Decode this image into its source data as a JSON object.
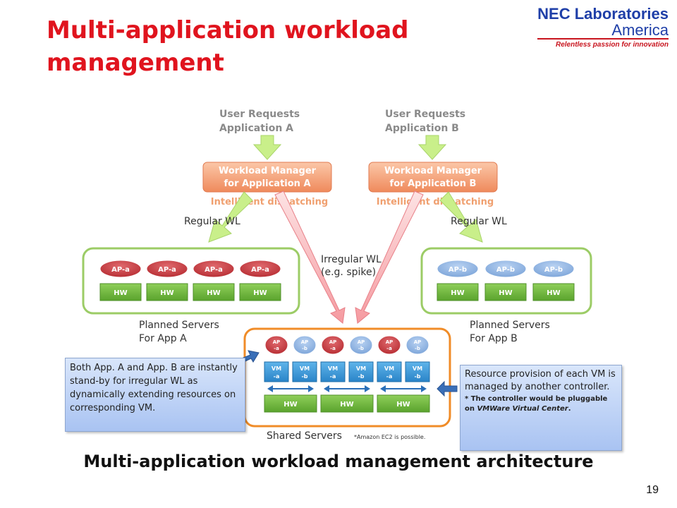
{
  "slide": {
    "title": "Multi-application workload management",
    "page_number": "19",
    "caption": "Multi-application workload management architecture"
  },
  "logo": {
    "line1": "NEC Laboratories",
    "line2": "America",
    "tagline": "Relentless passion for innovation"
  },
  "diagram": {
    "user_requests_a": [
      "User Requests",
      "Application A"
    ],
    "user_requests_b": [
      "User Requests",
      "Application B"
    ],
    "manager_a": [
      "Workload Manager",
      "for Application A"
    ],
    "manager_b": [
      "Workload Manager",
      "for Application B"
    ],
    "dispatching_a": "Intelligent dispatching",
    "dispatching_b": "Intelligent dispatching",
    "regular_wl_a": "Regular WL",
    "regular_wl_b": "Regular WL",
    "irregular_wl": [
      "Irregular WL",
      "(e.g. spike)"
    ],
    "planned_a": {
      "ap_labels": [
        "AP-a",
        "AP-a",
        "AP-a",
        "AP-a"
      ],
      "hw_labels": [
        "HW",
        "HW",
        "HW",
        "HW"
      ],
      "label": [
        "Planned Servers",
        "For App A"
      ]
    },
    "planned_b": {
      "ap_labels": [
        "AP-b",
        "AP-b",
        "AP-b"
      ],
      "hw_labels": [
        "HW",
        "HW",
        "HW"
      ],
      "label": [
        "Planned Servers",
        "For App B"
      ]
    },
    "shared": {
      "ap_labels": [
        [
          "AP",
          "-a"
        ],
        [
          "AP",
          "-b"
        ],
        [
          "AP",
          "-a"
        ],
        [
          "AP",
          "-b"
        ],
        [
          "AP",
          "-a"
        ],
        [
          "AP",
          "-b"
        ]
      ],
      "vm_labels": [
        [
          "VM",
          "-a"
        ],
        [
          "VM",
          "-b"
        ],
        [
          "VM",
          "-a"
        ],
        [
          "VM",
          "-b"
        ],
        [
          "VM",
          "-a"
        ],
        [
          "VM",
          "-b"
        ]
      ],
      "hw_labels": [
        "HW",
        "HW",
        "HW"
      ],
      "label": "Shared Servers",
      "footnote": "*Amazon EC2 is possible."
    }
  },
  "notes": {
    "left": "Both App. A and App. B are instantly stand-by for irregular WL as dynamically extending resources on corresponding VM.",
    "right_main": "Resource provision of each VM is managed by another controller.",
    "right_sub_prefix": "* The controller would be pluggable on ",
    "right_sub_italic": "VMWare Virtual Center",
    "right_sub_suffix": "."
  },
  "colors": {
    "title": "#e0141e",
    "logo_blue": "#1f3fa8",
    "ap_a": "#c8343a",
    "ap_b": "#8fb3e0",
    "hw": "#6cb33f",
    "vm": "#3a9ad9",
    "planned_border": "#9ccc66",
    "shared_border": "#f08c28",
    "manager_fill": "#f4a07a",
    "arrow_green": "#c9ef8a",
    "arrow_red": "#f7b4b8",
    "dispatch_text": "#f0a070"
  }
}
